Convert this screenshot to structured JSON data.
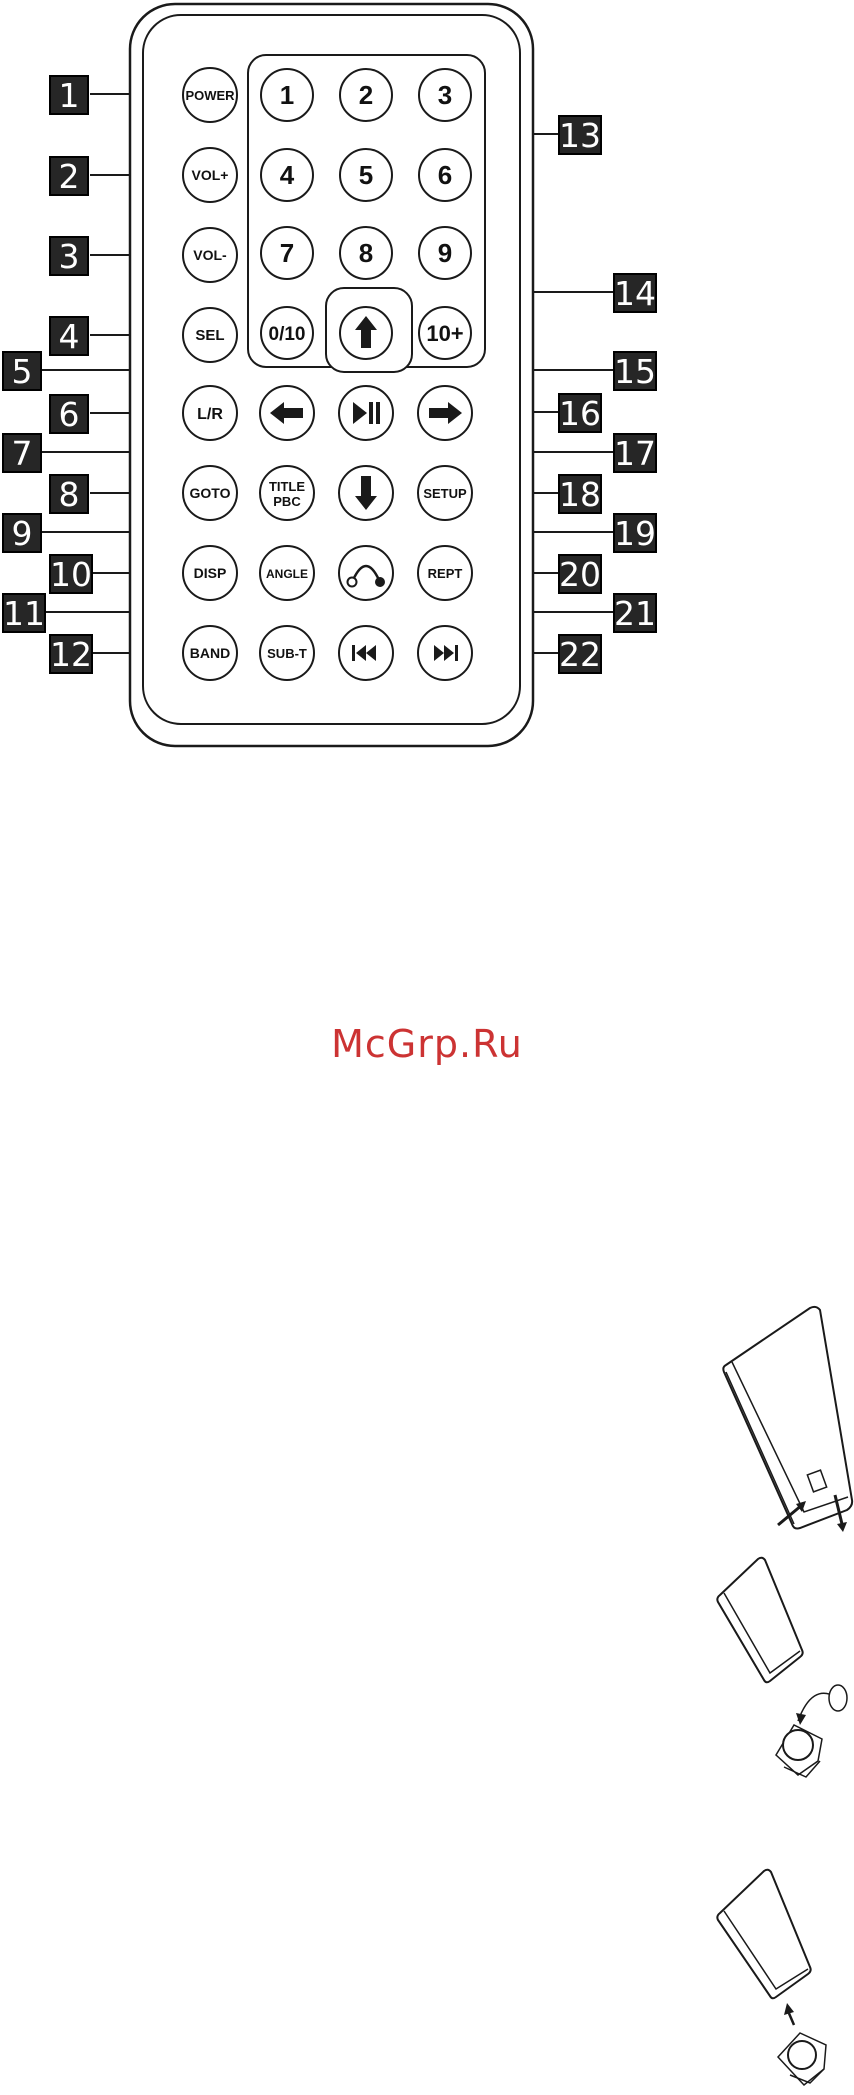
{
  "colors": {
    "ink": "#1a1a1a",
    "callout_bg": "#262626",
    "callout_text": "#ffffff",
    "watermark": "#cc3333"
  },
  "remote": {
    "buttons": {
      "power": "POWER",
      "vol_up": "VOL+",
      "vol_down": "VOL-",
      "sel": "SEL",
      "lr": "L/R",
      "goto": "GOTO",
      "title": "TITLE",
      "pbc": "PBC",
      "disp": "DISP",
      "angle": "ANGLE",
      "band": "BAND",
      "subt": "SUB-T",
      "setup": "SETUP",
      "rept": "REPT",
      "digits": [
        "1",
        "2",
        "3",
        "4",
        "5",
        "6",
        "7",
        "8",
        "9"
      ],
      "zero_ten": "0/10",
      "ten_plus": "10+"
    },
    "icons": {
      "up": "arrow-up-icon",
      "left": "arrow-left-icon",
      "right": "arrow-right-icon",
      "down": "arrow-down-icon",
      "play_pause": "play-pause-icon",
      "return": "return-icon",
      "prev": "skip-previous-icon",
      "next": "skip-next-icon"
    },
    "callouts": [
      "1",
      "2",
      "3",
      "4",
      "5",
      "6",
      "7",
      "8",
      "9",
      "10",
      "11",
      "12",
      "13",
      "14",
      "15",
      "16",
      "17",
      "18",
      "19",
      "20",
      "21",
      "22"
    ]
  },
  "watermark": "McGrp.Ru"
}
